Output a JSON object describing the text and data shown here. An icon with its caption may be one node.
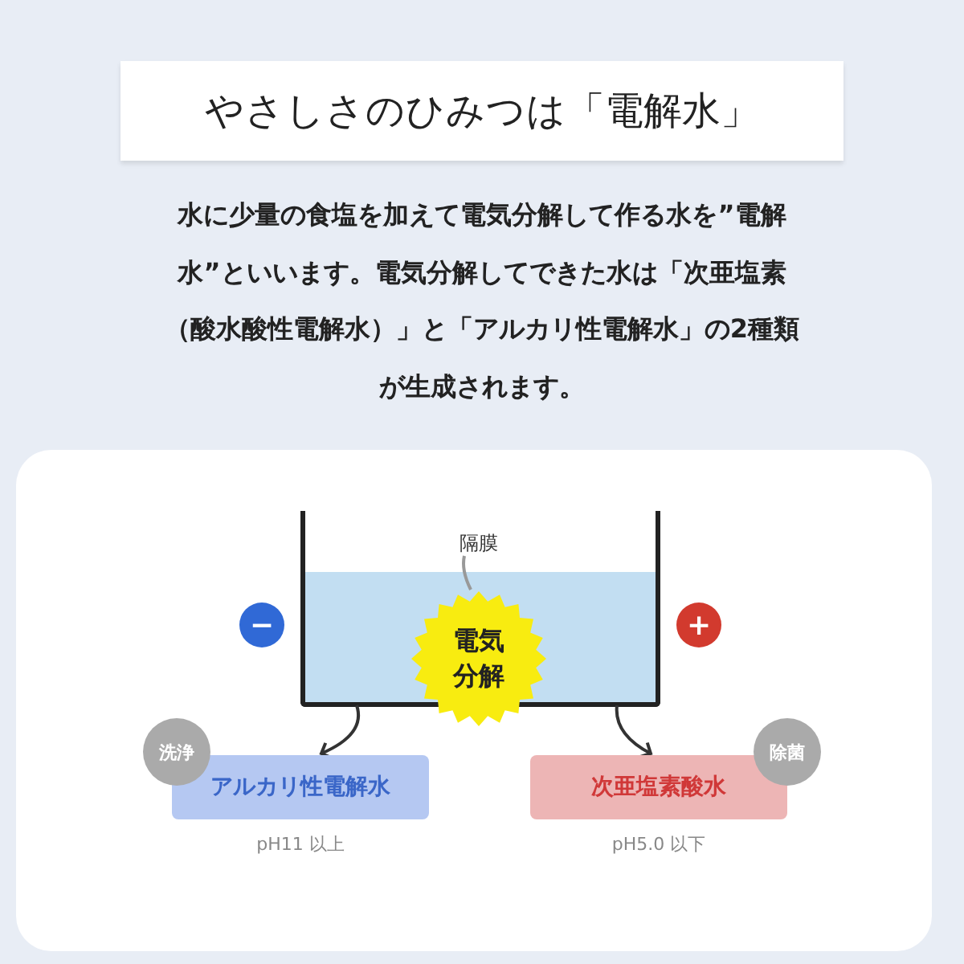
{
  "diagram": {
    "title": "やさしさのひみつは「電解水」",
    "nodes": [
      {
        "text": [],
        "shape": "box"
      },
      {
        "text": [
          "隔膜"
        ],
        "in": 0
      },
      {
        "text": [
          "電気分解"
        ]
      },
      {
        "text": [
          "−"
        ]
      },
      {
        "text": [
          "+"
        ]
      },
      {
        "text": [
          "洗浄"
        ]
      },
      {
        "text": [
          "アルカリ性電解水"
        ],
        "beside": [
          "pH11 以上"
        ]
      },
      {
        "text": [
          "除菌"
        ]
      },
      {
        "text": [
          "次亜塩素酸水"
        ],
        "beside": [
          "pH5.0 以下"
        ]
      }
    ],
    "edges": [
      {
        "from": 1,
        "to": 2,
        "arrow": "none",
        "color": "#999999"
      },
      {
        "from": 0,
        "to": 6,
        "arrow": "to"
      },
      {
        "from": 0,
        "to": 8,
        "arrow": "to"
      }
    ],
    "labels": [
      "水に**少量の食塩を加えて電気分解して作る水を”電解水”**といいます。電気分解してできた水は「次亜塩素（酸水酸性電解水）」と「アルカリ性電解水」の2種類が生成されます。"
    ]
  }
}
